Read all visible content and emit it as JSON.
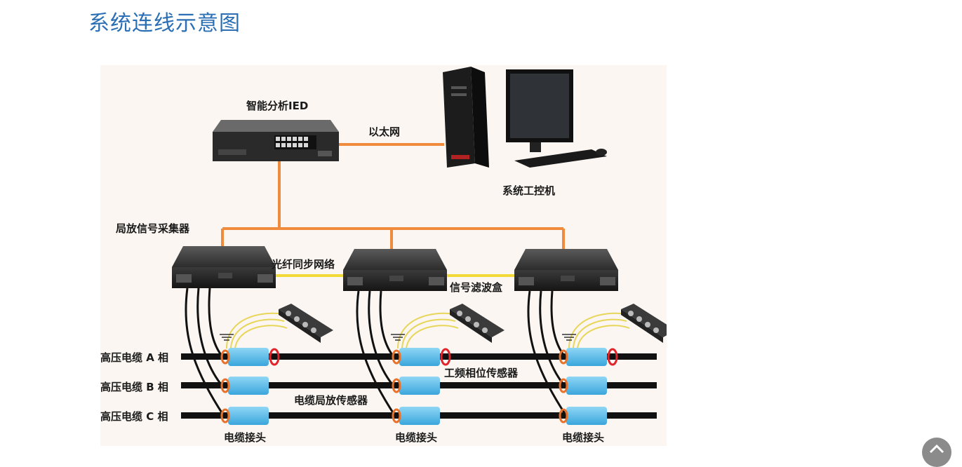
{
  "page": {
    "title": "系统连线示意图"
  },
  "diagram": {
    "labels": {
      "ied": "智能分析IED",
      "ethernet": "以太网",
      "workstation": "系统工控机",
      "collector": "局放信号采集器",
      "fiber_sync": "光纤同步网络",
      "filter_box": "信号滤波盒",
      "phase_a": "高压电缆 A 相",
      "phase_b": "高压电缆 B 相",
      "phase_c": "高压电缆 C 相",
      "phase_sensor": "工频相位传感器",
      "pd_sensor": "电缆局放传感器",
      "joint_1": "电缆接头",
      "joint_2": "电缆接头",
      "joint_3": "电缆接头"
    },
    "colors": {
      "ethernet_line": "#f08a3c",
      "fiber_line": "#f2da38",
      "sensor_blue": "#5bbde8",
      "ct_ring": "#e0242a",
      "cable": "#111111"
    }
  },
  "controls": {
    "back_to_top_icon": "chevron-up-icon"
  }
}
